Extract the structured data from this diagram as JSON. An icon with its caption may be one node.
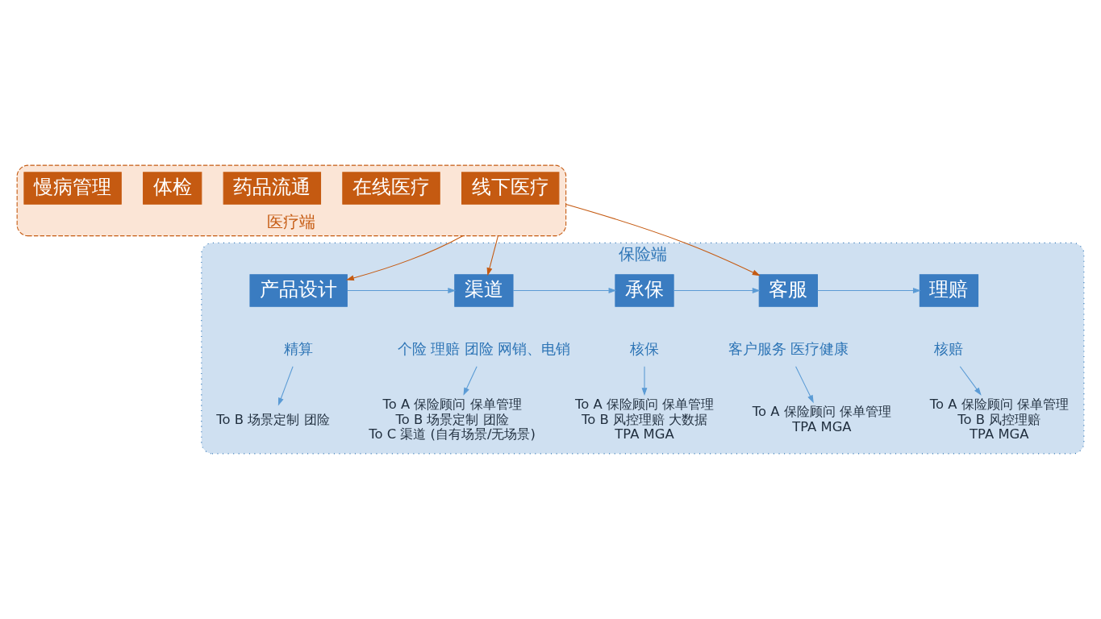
{
  "diagram": {
    "nodes": [
      {
        "text": [
          "医疗端"
        ]
      },
      {
        "text": [
          "慢病管理"
        ],
        "in": 0
      },
      {
        "text": [
          "体检"
        ],
        "in": 0
      },
      {
        "text": [
          "药品流通"
        ],
        "in": 0
      },
      {
        "text": [
          "在线医疗"
        ],
        "in": 0
      },
      {
        "text": [
          "线下医疗"
        ],
        "in": 0
      },
      {
        "text": [
          "保险端"
        ]
      },
      {
        "text": [
          "产品设计"
        ],
        "in": 6
      },
      {
        "text": [
          "渠道"
        ],
        "in": 6
      },
      {
        "text": [
          "承保"
        ],
        "in": 6
      },
      {
        "text": [
          "客服"
        ],
        "in": 6
      },
      {
        "text": [
          "理赔"
        ],
        "in": 6
      },
      {
        "text": [
          "精算"
        ],
        "in": 6
      },
      {
        "text": [
          "个险 理赔 团险 网销、电销"
        ],
        "in": 6
      },
      {
        "text": [
          "核保"
        ],
        "in": 6
      },
      {
        "text": [
          "客户服务 医疗健康"
        ],
        "in": 6
      },
      {
        "text": [
          "核赔"
        ],
        "in": 6
      },
      {
        "text": [
          "To B 场景定制 团险"
        ],
        "in": 6
      },
      {
        "text": [
          "To A 保险顾问 保单管理",
          "To B 场景定制 团险",
          "To C 渠道 (自有场景/无场景)"
        ],
        "in": 6
      },
      {
        "text": [
          "To A 保险顾问 保单管理",
          "To B 风控理赔 大数据",
          "TPA MGA"
        ],
        "in": 6
      },
      {
        "text": [
          "To A 保险顾问 保单管理",
          "TPA MGA"
        ],
        "in": 6
      },
      {
        "text": [
          "To A 保险顾问 保单管理",
          "To B 风控理赔",
          "TPA MGA"
        ],
        "in": 6
      }
    ],
    "edges": [
      {
        "from": 0,
        "to": 7,
        "arrow": "to",
        "color": "#c55a11"
      },
      {
        "from": 0,
        "to": 8,
        "arrow": "to",
        "color": "#c55a11"
      },
      {
        "from": 0,
        "to": 10,
        "arrow": "to",
        "color": "#c55a11"
      },
      {
        "from": 7,
        "to": 8,
        "arrow": "to"
      },
      {
        "from": 8,
        "to": 9,
        "arrow": "to"
      },
      {
        "from": 9,
        "to": 10,
        "arrow": "to"
      },
      {
        "from": 10,
        "to": 11,
        "arrow": "to"
      },
      {
        "from": 12,
        "to": 17,
        "arrow": "to"
      },
      {
        "from": 13,
        "to": 18,
        "arrow": "to"
      },
      {
        "from": 14,
        "to": 19,
        "arrow": "to"
      },
      {
        "from": 15,
        "to": 20,
        "arrow": "to"
      },
      {
        "from": 16,
        "to": 21,
        "arrow": "to"
      }
    ]
  }
}
